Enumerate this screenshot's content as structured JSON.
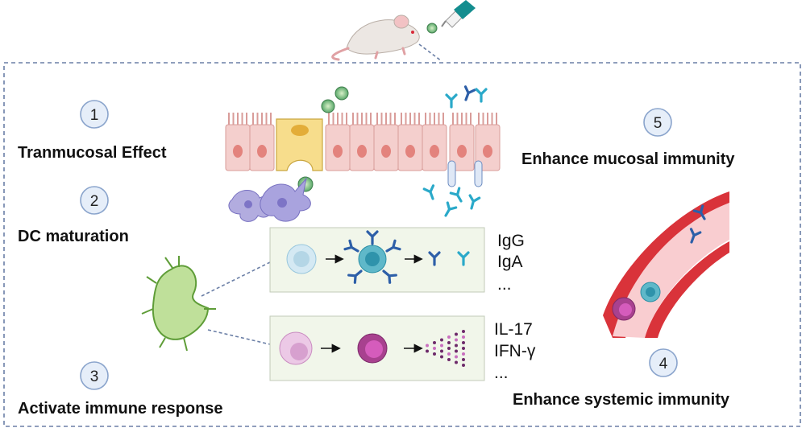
{
  "steps": [
    {
      "num": "1",
      "label": "Tranmucosal Effect"
    },
    {
      "num": "2",
      "label": "DC maturation"
    },
    {
      "num": "3",
      "label": "Activate immune response"
    },
    {
      "num": "4",
      "label": "Enhance systemic immunity"
    },
    {
      "num": "5",
      "label": "Enhance mucosal immunity"
    }
  ],
  "b_cell_outputs": [
    "IgG",
    "IgA",
    "..."
  ],
  "t_cell_outputs": [
    "IL-17",
    "IFN-γ",
    "..."
  ],
  "colors": {
    "frame_dash": "#6b7fa6",
    "step_circle_fill": "#e6eef9",
    "step_circle_stroke": "#8aa4cc",
    "epithelium": "#f4cfcd",
    "epithelium_nucleus": "#e3837d",
    "m_cell": "#f7dd8c",
    "dendritic_cell": "#a9a3de",
    "lymph_node": "#b7d98c",
    "panel_fill": "#f1f6ea",
    "vessel": "#d9333a",
    "antibody_blue": "#2d5fa8",
    "antibody_cyan": "#2aa9c9"
  },
  "icons": [
    "mouse-icon",
    "dropper-icon",
    "nanoparticle-icon",
    "antibody-icon",
    "dendritic-cell-icon",
    "lymph-node-icon",
    "b-cell-icon",
    "t-cell-icon",
    "blood-vessel-icon",
    "cytokine-icon"
  ]
}
